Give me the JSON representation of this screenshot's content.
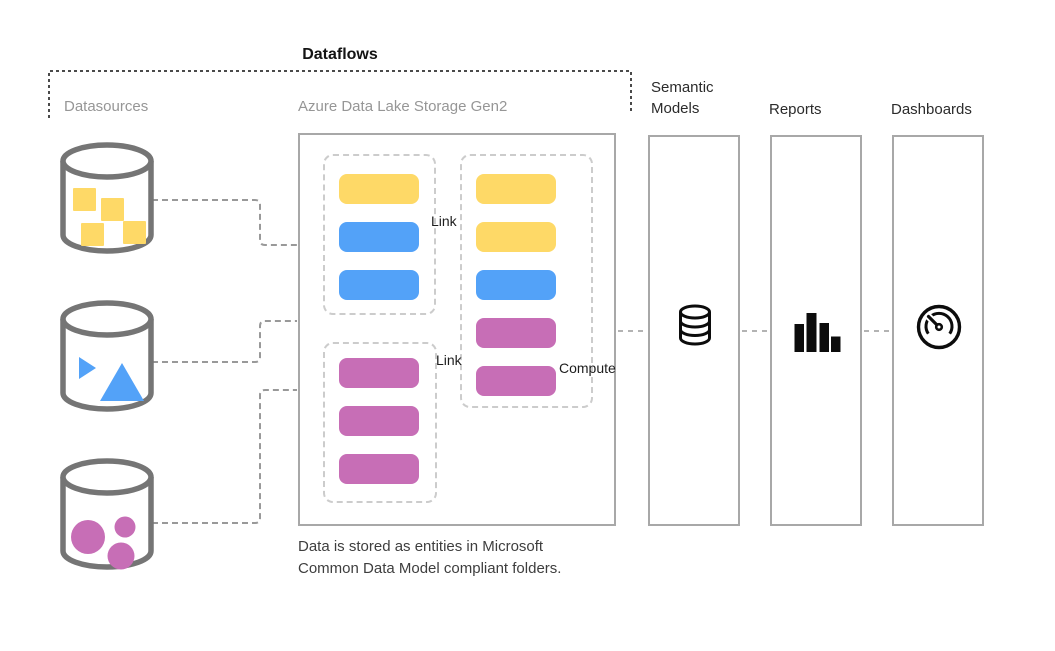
{
  "title": "Dataflows",
  "labels": {
    "datasources": "Datasources",
    "adls": "Azure Data Lake Storage Gen2",
    "semantic_models": "Semantic Models",
    "reports": "Reports",
    "dashboards": "Dashboards"
  },
  "annotations": {
    "link_top": "Link",
    "link_bottom": "Link",
    "compute": "Compute"
  },
  "caption": {
    "line1": "Data is stored as entities in Microsoft",
    "line2": "Common Data Model compliant folders."
  },
  "palette": {
    "yellow": "#FED967",
    "blue": "#53A2F8",
    "magenta": "#C76EB6",
    "cylinder_stroke": "#757575",
    "solid_border": "#A8A8A8",
    "dashed_border": "#CCCCCC",
    "connector_gray": "#999999",
    "arrow_black": "#151515",
    "label_gray": "#969696",
    "label_dark": "#2B2B2B"
  },
  "datasources": [
    {
      "icon": "cylinder-squares-icon",
      "shapes": "squares",
      "color_key": "yellow"
    },
    {
      "icon": "cylinder-triangles-icon",
      "shapes": "triangles",
      "color_key": "blue"
    },
    {
      "icon": "cylinder-circles-icon",
      "shapes": "circles",
      "color_key": "magenta"
    }
  ],
  "dataflow_entities": {
    "source_group_top": [
      "yellow",
      "blue",
      "blue"
    ],
    "source_group_bottom": [
      "magenta",
      "magenta",
      "magenta"
    ],
    "cdm_folder": [
      "yellow",
      "yellow",
      "blue",
      "magenta",
      "magenta"
    ]
  },
  "icons": {
    "semantic_models": "database-icon",
    "reports": "bar-chart-icon",
    "dashboards": "gauge-icon",
    "link": "chain-link-icon",
    "compute": "lightning-icon"
  }
}
